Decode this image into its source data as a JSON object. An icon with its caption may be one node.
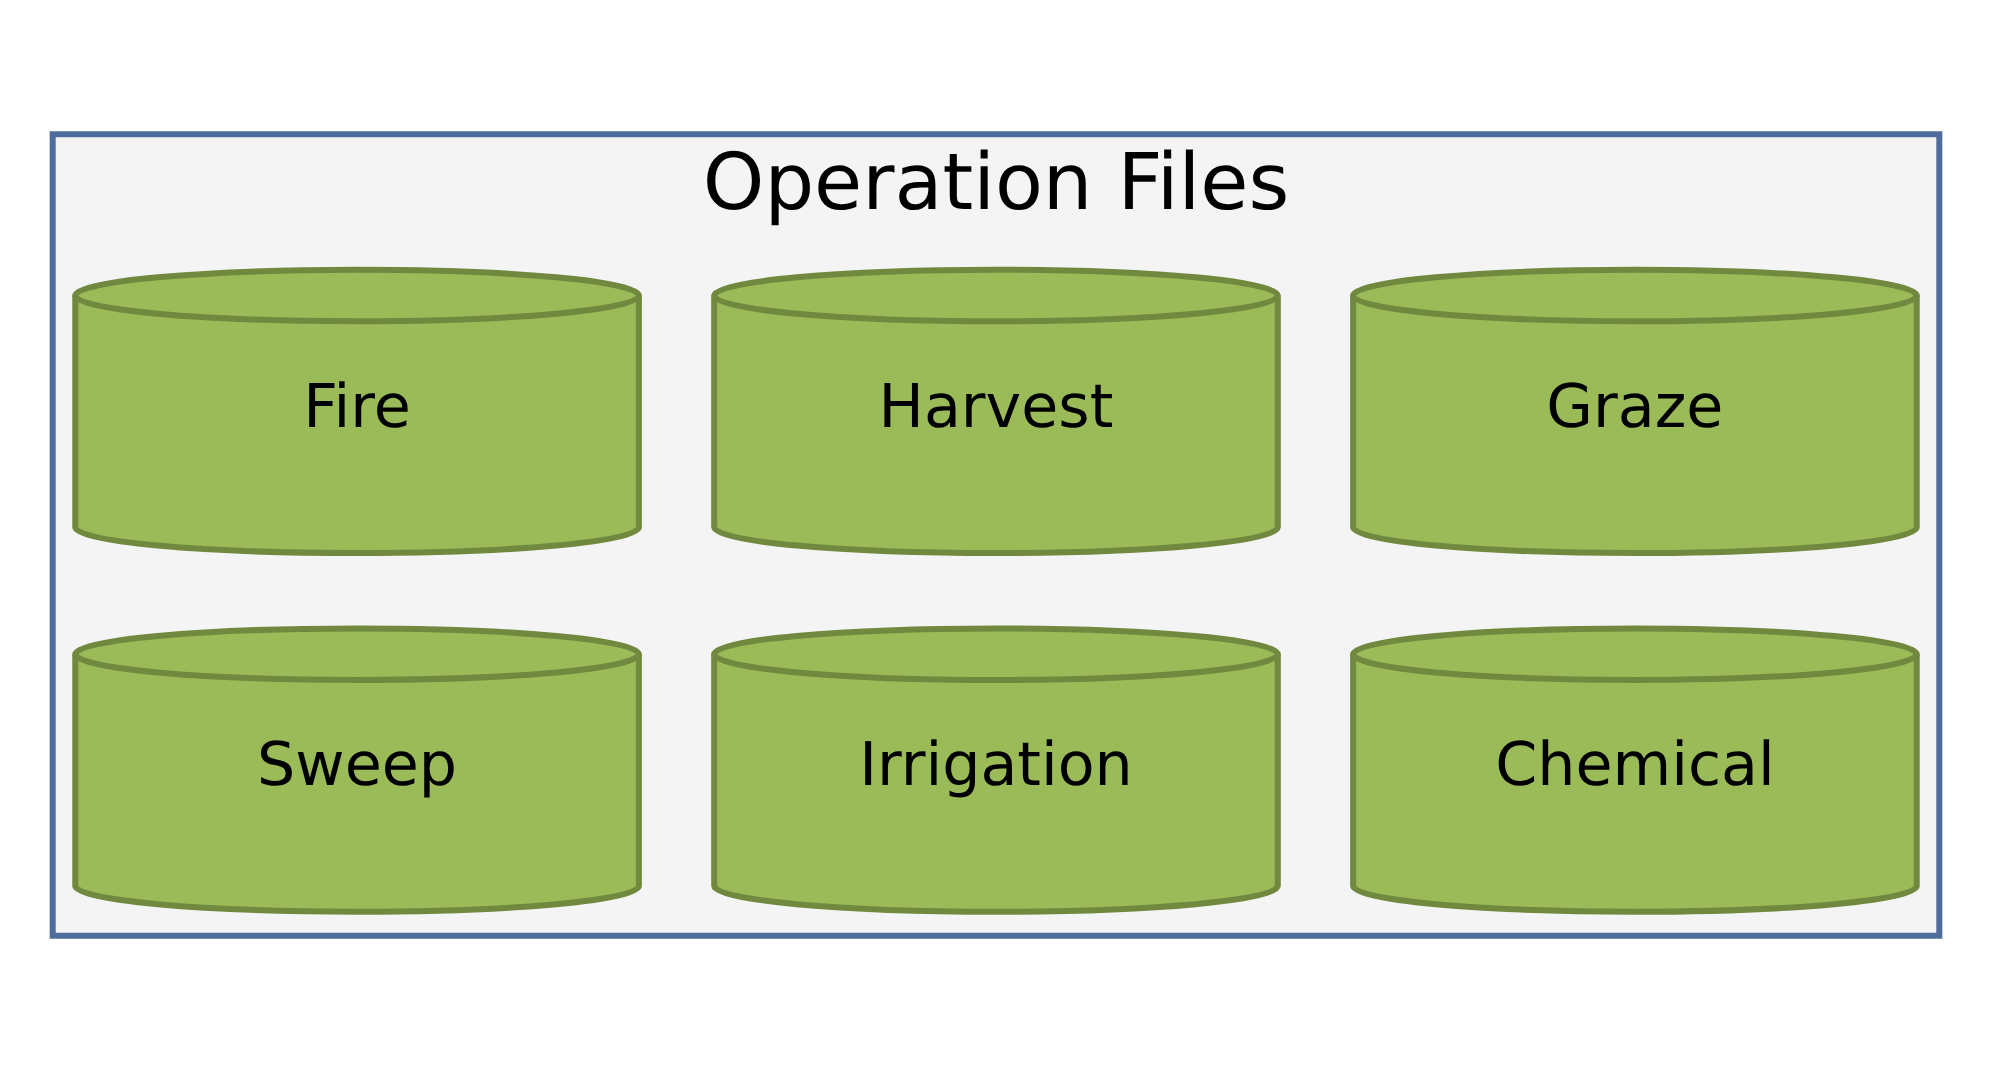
{
  "diagram": {
    "nodes": [
      {
        "text": [
          "Operation Files"
        ]
      },
      {
        "text": [
          "Fire"
        ],
        "in": 0
      },
      {
        "text": [
          "Harvest"
        ],
        "in": 0
      },
      {
        "text": [
          "Graze"
        ],
        "in": 0
      },
      {
        "text": [
          "Sweep"
        ],
        "in": 0
      },
      {
        "text": [
          "Irrigation"
        ],
        "in": 0
      },
      {
        "text": [
          "Chemical"
        ],
        "in": 0
      }
    ]
  }
}
